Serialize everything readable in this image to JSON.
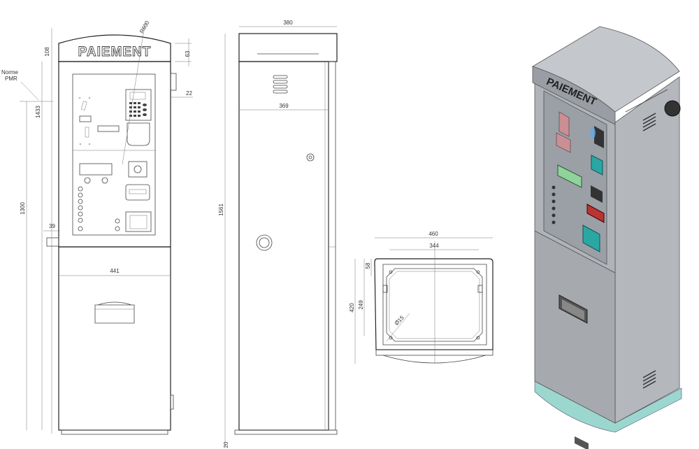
{
  "colors": {
    "line": "#444444",
    "panel_gray": "#a9adb3",
    "body_gray": "#b4b7bc",
    "dark_gray": "#8b8f95",
    "screen_green": "#8fd39a",
    "teal": "#2aa7a3",
    "base_teal": "#9cd7cf",
    "pink": "#c98f94"
  },
  "front_view": {
    "header_text": "PAIEMENT",
    "dims": {
      "top_height": "108",
      "radius": "R600",
      "side_63": "63",
      "side_22": "22",
      "norme_line1": "Norme",
      "norme_line2": "PMR",
      "pmr_height": "1433",
      "total_height": "1300",
      "handle_39": "39",
      "width_441": "441"
    }
  },
  "side_view": {
    "dims": {
      "top_width": "380",
      "inner_width": "369",
      "height": "1561",
      "base": "20"
    }
  },
  "top_view": {
    "dims": {
      "outer_width": "460",
      "inner_width": "344",
      "offset_58": "58",
      "depth_420": "420",
      "depth_249": "249",
      "diameter": "Ø15"
    }
  },
  "iso_view": {
    "header_text": "PAIEMENT"
  }
}
